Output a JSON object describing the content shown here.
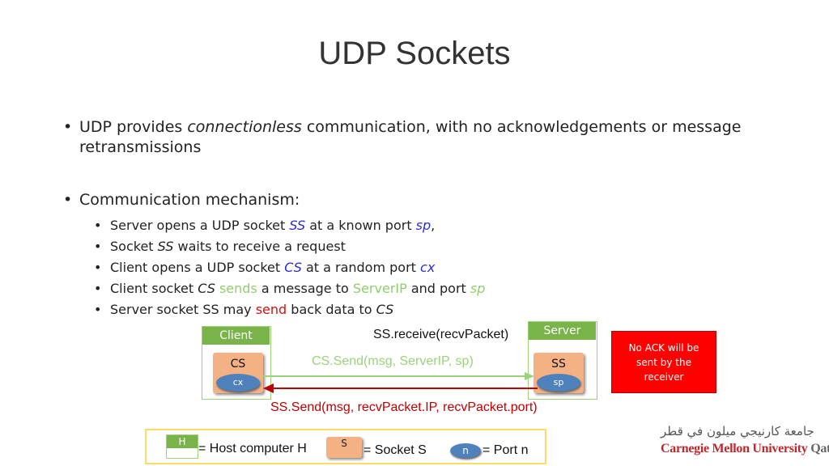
{
  "title": "UDP Sockets",
  "bullet1": {
    "pre": "UDP provides ",
    "italic": "connectionless",
    "post": " communication, with no acknowledgements or message",
    "line2": "retransmissions"
  },
  "bullet2": "Communication mechanism:",
  "sub": {
    "s1": {
      "a": "Server opens a UDP socket ",
      "b": "SS",
      "c": " at a known port ",
      "d": "sp",
      "e": ","
    },
    "s2": {
      "a": "Socket ",
      "b": "SS",
      "c": " waits to receive a request"
    },
    "s3": {
      "a": "Client opens a UDP socket ",
      "b": "CS",
      "c": " at a random port ",
      "d": "cx"
    },
    "s4": {
      "a": "Client socket ",
      "b": "CS",
      "c": " sends",
      "d": " a message to ",
      "e": "ServerIP",
      "f": " and port ",
      "g": "sp"
    },
    "s5": {
      "a": "Server socket SS may ",
      "b": "send",
      "c": " back data to ",
      "d": "CS"
    }
  },
  "diagram": {
    "client_label": "Client",
    "server_label": "Server",
    "client_socket": "CS",
    "client_port": "cx",
    "server_socket": "SS",
    "server_port": "sp",
    "receive_text": "SS.receive(recvPacket)",
    "send_text": "CS.Send(msg, ServerIP, sp)",
    "reply_text": "SS.Send(msg, recvPacket.IP, recvPacket.port)",
    "noack_text": "No ACK will be sent by the receiver"
  },
  "legend": {
    "host_key": "H",
    "host_text": "= Host computer H",
    "socket_key": "S",
    "socket_text": "= Socket  S",
    "port_key": "n",
    "port_text": "= Port n"
  },
  "logo": {
    "arabic": "جامعة كارنيجي ميلون في قطر",
    "english": "Carnegie Mellon University",
    "english_suffix": "Qatar"
  },
  "colors": {
    "header_green": "#79b34a",
    "socket_orange": "#f4b183",
    "port_blue": "#4f81bd",
    "arrow_green": "#9bd37a",
    "arrow_red": "#c00000",
    "noack_red": "#ff0000"
  }
}
